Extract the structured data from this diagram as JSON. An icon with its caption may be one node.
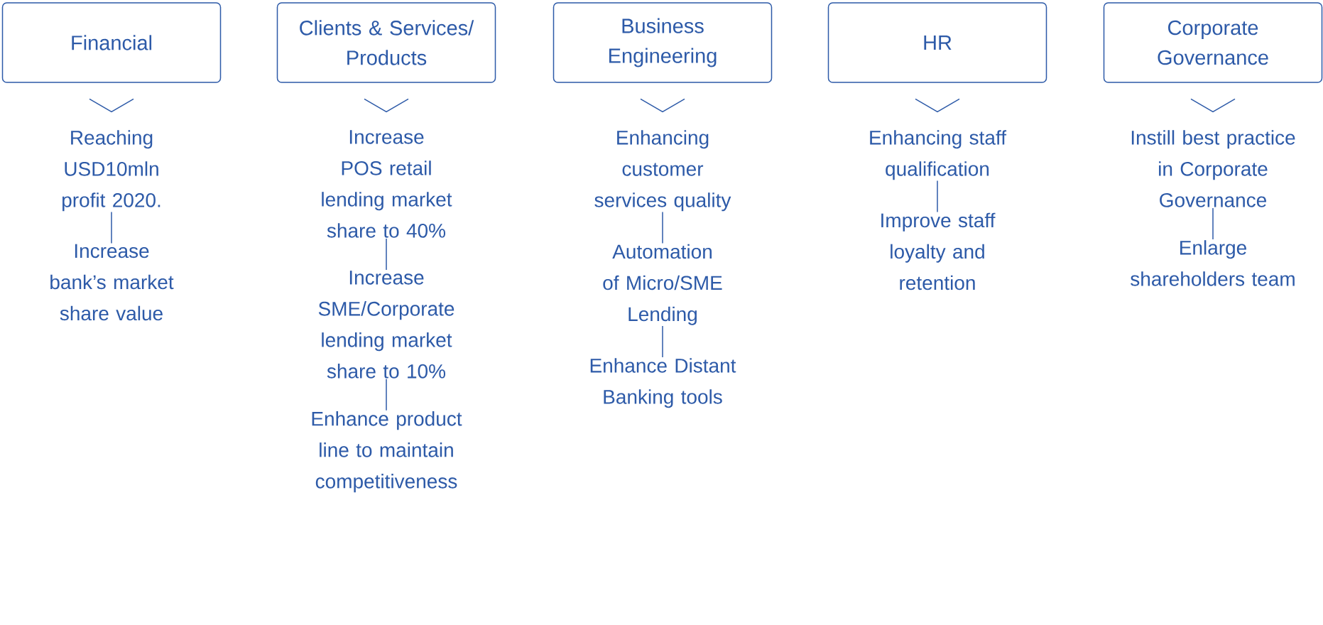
{
  "diagram": {
    "nodes": [
      {
        "text": [
          "Financial"
        ]
      },
      {
        "text": [
          "Clients & Services/ Products"
        ]
      },
      {
        "text": [
          "Business Engineering"
        ]
      },
      {
        "text": [
          "HR"
        ]
      },
      {
        "text": [
          "Corporate Governance"
        ]
      },
      {
        "text": [
          "Reaching USD10mln profit 2020."
        ]
      },
      {
        "text": [
          "Increase bank’s market share value"
        ]
      },
      {
        "text": [
          "Increase POS retail lending market share to 40%"
        ]
      },
      {
        "text": [
          "Increase SME/Corporate lending market share to 10%"
        ]
      },
      {
        "text": [
          "Enhance product line to maintain competitiveness"
        ]
      },
      {
        "text": [
          "Enhancing customer services quality"
        ]
      },
      {
        "text": [
          "Automation of Micro/SME Lending"
        ]
      },
      {
        "text": [
          "Enhance Distant Banking tools"
        ]
      },
      {
        "text": [
          "Enhancing staff qualification"
        ]
      },
      {
        "text": [
          "Improve staff loyalty and retention"
        ]
      },
      {
        "text": [
          "Instill best practice in Corporate Governance"
        ]
      },
      {
        "text": [
          "Enlarge shareholders team"
        ]
      }
    ],
    "edges": [
      {
        "from": 0,
        "to": 5,
        "arrow": "to"
      },
      {
        "from": 5,
        "to": 6,
        "arrow": "none"
      },
      {
        "from": 1,
        "to": 7,
        "arrow": "to"
      },
      {
        "from": 7,
        "to": 8,
        "arrow": "none"
      },
      {
        "from": 8,
        "to": 9,
        "arrow": "none"
      },
      {
        "from": 2,
        "to": 10,
        "arrow": "to"
      },
      {
        "from": 10,
        "to": 11,
        "arrow": "none"
      },
      {
        "from": 11,
        "to": 12,
        "arrow": "none"
      },
      {
        "from": 3,
        "to": 13,
        "arrow": "to"
      },
      {
        "from": 13,
        "to": 14,
        "arrow": "none"
      },
      {
        "from": 4,
        "to": 15,
        "arrow": "to"
      },
      {
        "from": 15,
        "to": 16,
        "arrow": "none"
      }
    ]
  }
}
